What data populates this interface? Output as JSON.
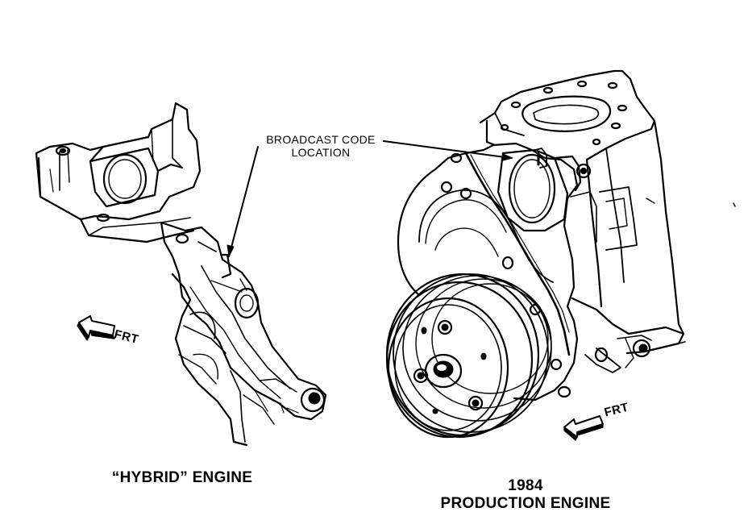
{
  "callout": {
    "line1": "BROADCAST CODE",
    "line2": "LOCATION"
  },
  "left_engine": {
    "caption": "“HYBRID” ENGINE",
    "direction": "FRT"
  },
  "right_engine": {
    "caption_line1": "1984",
    "caption_line2": "PRODUCTION ENGINE",
    "direction": "FRT"
  },
  "icons": [
    "front-direction-arrow-icon",
    "front-direction-arrow-icon"
  ],
  "colors": {
    "ink": "#000000",
    "paper": "#ffffff"
  }
}
